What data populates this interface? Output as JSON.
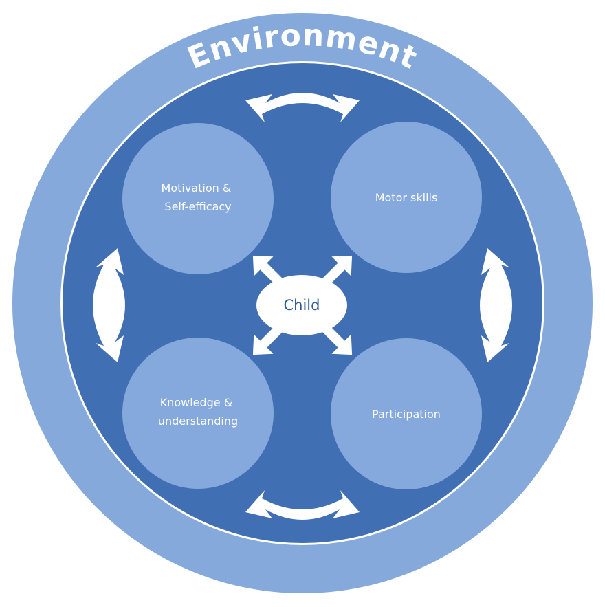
{
  "diagram": {
    "ring_label": "Environment",
    "center_label": "Child",
    "nodes": [
      {
        "id": "motivation",
        "lines": [
          "Motivation &",
          "Self-efficacy"
        ]
      },
      {
        "id": "motor",
        "lines": [
          "Motor skills"
        ]
      },
      {
        "id": "knowledge",
        "lines": [
          "Knowledge &",
          "understanding"
        ]
      },
      {
        "id": "participation",
        "lines": [
          "Participation"
        ]
      }
    ],
    "colors": {
      "outer_ring": "#86a9dc",
      "inner_disc": "#416fb3",
      "node_fill": "#85a9dc",
      "arrow": "#ffffff",
      "center_text": "#2e5a94"
    }
  }
}
